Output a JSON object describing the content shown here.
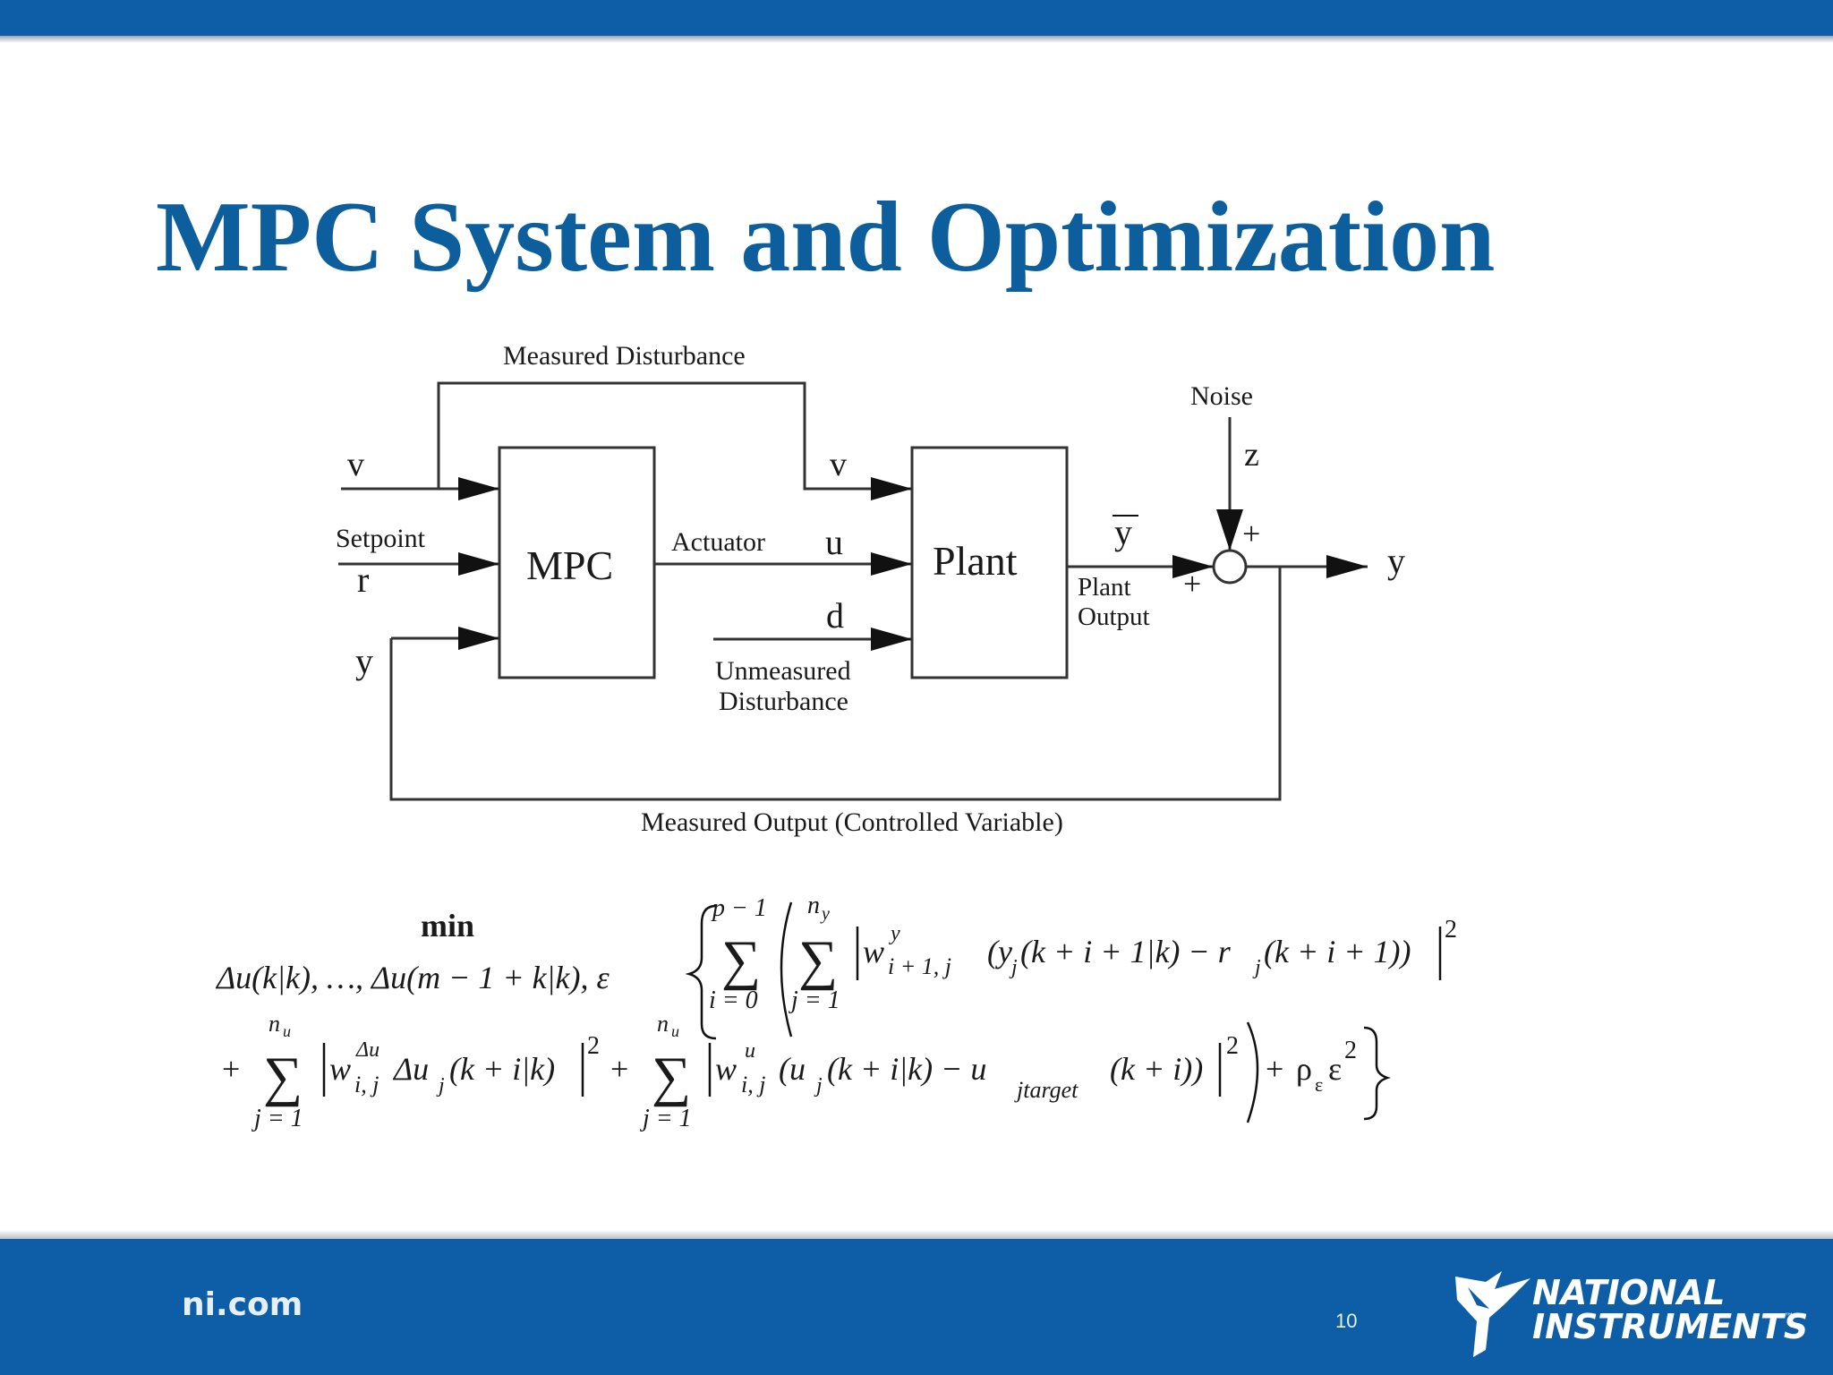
{
  "slide": {
    "title": "MPC System and Optimization",
    "footer_site": "ni.com",
    "page_number": "10",
    "logo_line1": "NATIONAL",
    "logo_line2": "INSTRUMENTS",
    "logo_tm": "™"
  },
  "diagram": {
    "measured_disturbance": "Measured Disturbance",
    "v_input": "v",
    "setpoint": "Setpoint",
    "r": "r",
    "y_feedback": "y",
    "mpc_block": "MPC",
    "actuator": "Actuator",
    "u": "u",
    "v_plant": "v",
    "d": "d",
    "unmeasured_line1": "Unmeasured",
    "unmeasured_line2": "Disturbance",
    "plant_block": "Plant",
    "y_bar": "y",
    "plant_output_line1": "Plant",
    "plant_output_line2": "Output",
    "noise": "Noise",
    "z": "z",
    "plus_top": "+",
    "plus_left": "+",
    "y_output": "y",
    "measured_output": "Measured Output (Controlled Variable)"
  },
  "equation": {
    "min": "min",
    "under_min": "Δu(k|k), …, Δu(m − 1 + k|k), ε",
    "s1_upper": "p − 1",
    "s1_lower": "i = 0",
    "s2_upper": "n",
    "s2_upper_sub": "y",
    "s2_lower": "j = 1",
    "sigma": "∑",
    "term1": "w",
    "term1_sup": "y",
    "term1_sub": "i + 1, j",
    "term1_rest": "(y",
    "term1_rest_sub": "j",
    "term1_rest2": "(k + i + 1|k) − r",
    "term1_rest2_sub": "j",
    "term1_rest3": "(k + i + 1))",
    "sq": "2",
    "plus": "+",
    "s3_upper": "n",
    "s3_upper_sub": "u",
    "s3_lower": "j = 1",
    "term2": "w",
    "term2_sup": "Δu",
    "term2_sub": "i, j",
    "term2_rest": "Δu",
    "term2_rest_sub": "j",
    "term2_rest2": "(k + i|k)",
    "s4_upper": "n",
    "s4_upper_sub": "u",
    "s4_lower": "j = 1",
    "term3": "w",
    "term3_sup": "u",
    "term3_sub": "i, j",
    "term3_rest": "(u",
    "term3_rest_sub": "j",
    "term3_rest2": "(k + i|k) − u",
    "term3_rest2_sub": "jtarget",
    "term3_rest3": "(k + i))",
    "rho": "ρ",
    "rho_sub": "ε",
    "eps": "ε"
  }
}
